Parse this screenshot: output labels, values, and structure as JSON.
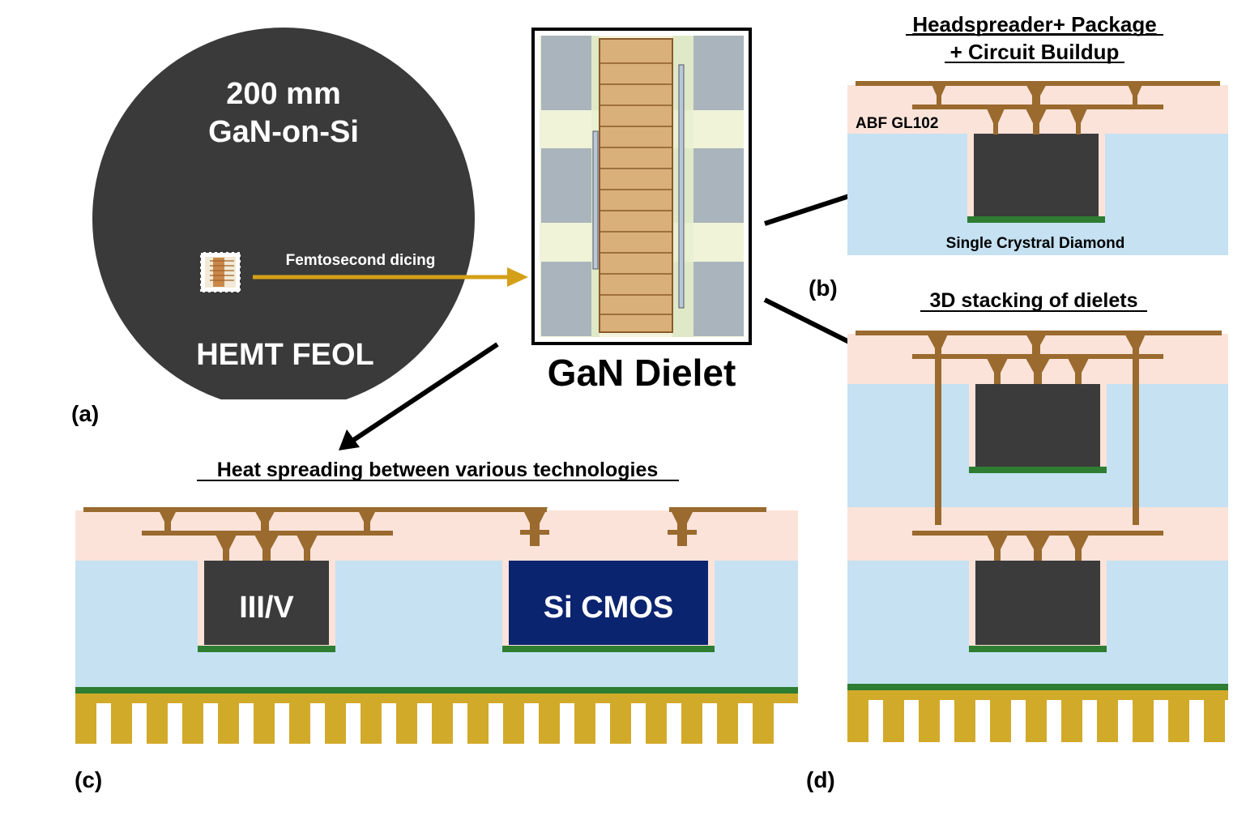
{
  "panel_a": {
    "wafer_title_line1": "200 mm",
    "wafer_title_line2": "GaN-on-Si",
    "dicing_label": "Femtosecond dicing",
    "wafer_bottom_label": "HEMT FEOL",
    "panel_label": "(a)"
  },
  "dielet": {
    "title": "GaN Dielet"
  },
  "panel_b": {
    "title_line1": "Headspreader+ Package",
    "title_line2": "+ Circuit Buildup",
    "abf_label": "ABF GL102",
    "diamond_label": "Single Crystral Diamond",
    "panel_label": "(b)"
  },
  "panel_c": {
    "title": "Heat spreading between various technologies",
    "chip1_label": "III/V",
    "chip2_label": "Si CMOS",
    "panel_label": "(c)"
  },
  "panel_d": {
    "title": "3D stacking of dielets",
    "panel_label": "(d)"
  },
  "colors": {
    "wafer": "#3a3a3a",
    "chip": "#3b3b3b",
    "si_cmos": "#0b2470",
    "diamond_blue": "#c5e1f2",
    "abf_pink": "#fbe3da",
    "copper": "#9a6a2e",
    "green": "#2e7d32",
    "heatsink_gold": "#d2aa2a",
    "dicing_arrow": "#d4a017"
  }
}
